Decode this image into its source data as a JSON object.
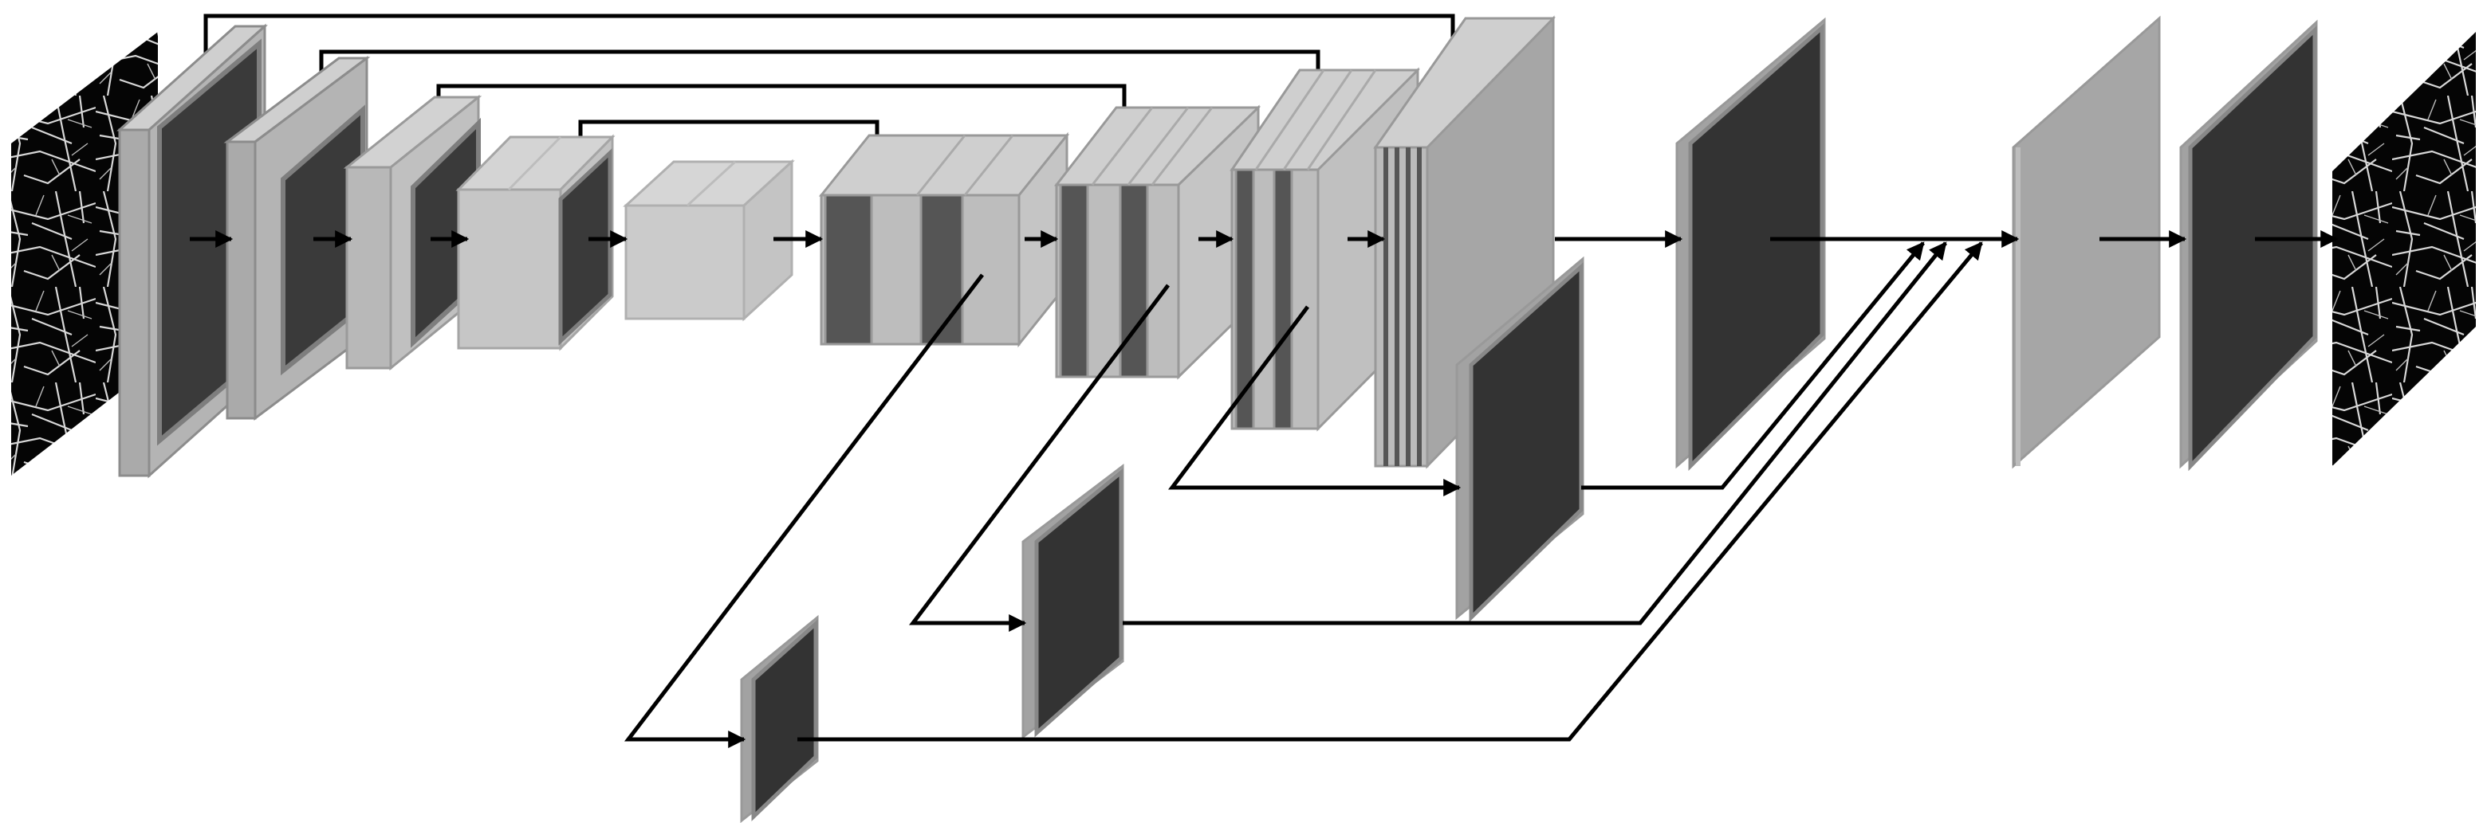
{
  "diagram": {
    "kind": "neural-network-architecture",
    "colors": {
      "background": "#ffffff",
      "block_light": "#bdbdbd",
      "block_mid": "#9a9a9a",
      "block_dark": "#3a3a3a",
      "stroke": "#8c8c8c",
      "arrow": "#000000",
      "image_bg": "#050505",
      "image_lines": "#d8d8d8"
    },
    "blocks": [
      {
        "id": "input-image",
        "type": "image"
      },
      {
        "id": "encoder-1",
        "type": "encoder"
      },
      {
        "id": "encoder-2",
        "type": "encoder"
      },
      {
        "id": "encoder-3",
        "type": "encoder"
      },
      {
        "id": "encoder-4",
        "type": "encoder"
      },
      {
        "id": "bottleneck",
        "type": "bottleneck"
      },
      {
        "id": "decoder-1",
        "type": "decoder"
      },
      {
        "id": "decoder-2",
        "type": "decoder"
      },
      {
        "id": "decoder-3",
        "type": "decoder"
      },
      {
        "id": "decoder-4",
        "type": "decoder"
      },
      {
        "id": "side-output-1",
        "type": "side-output"
      },
      {
        "id": "side-output-2",
        "type": "side-output"
      },
      {
        "id": "side-output-3",
        "type": "side-output"
      },
      {
        "id": "side-output-4",
        "type": "side-output"
      },
      {
        "id": "fusion-1",
        "type": "fusion"
      },
      {
        "id": "fusion-2",
        "type": "fusion"
      },
      {
        "id": "output-image",
        "type": "image"
      }
    ]
  }
}
